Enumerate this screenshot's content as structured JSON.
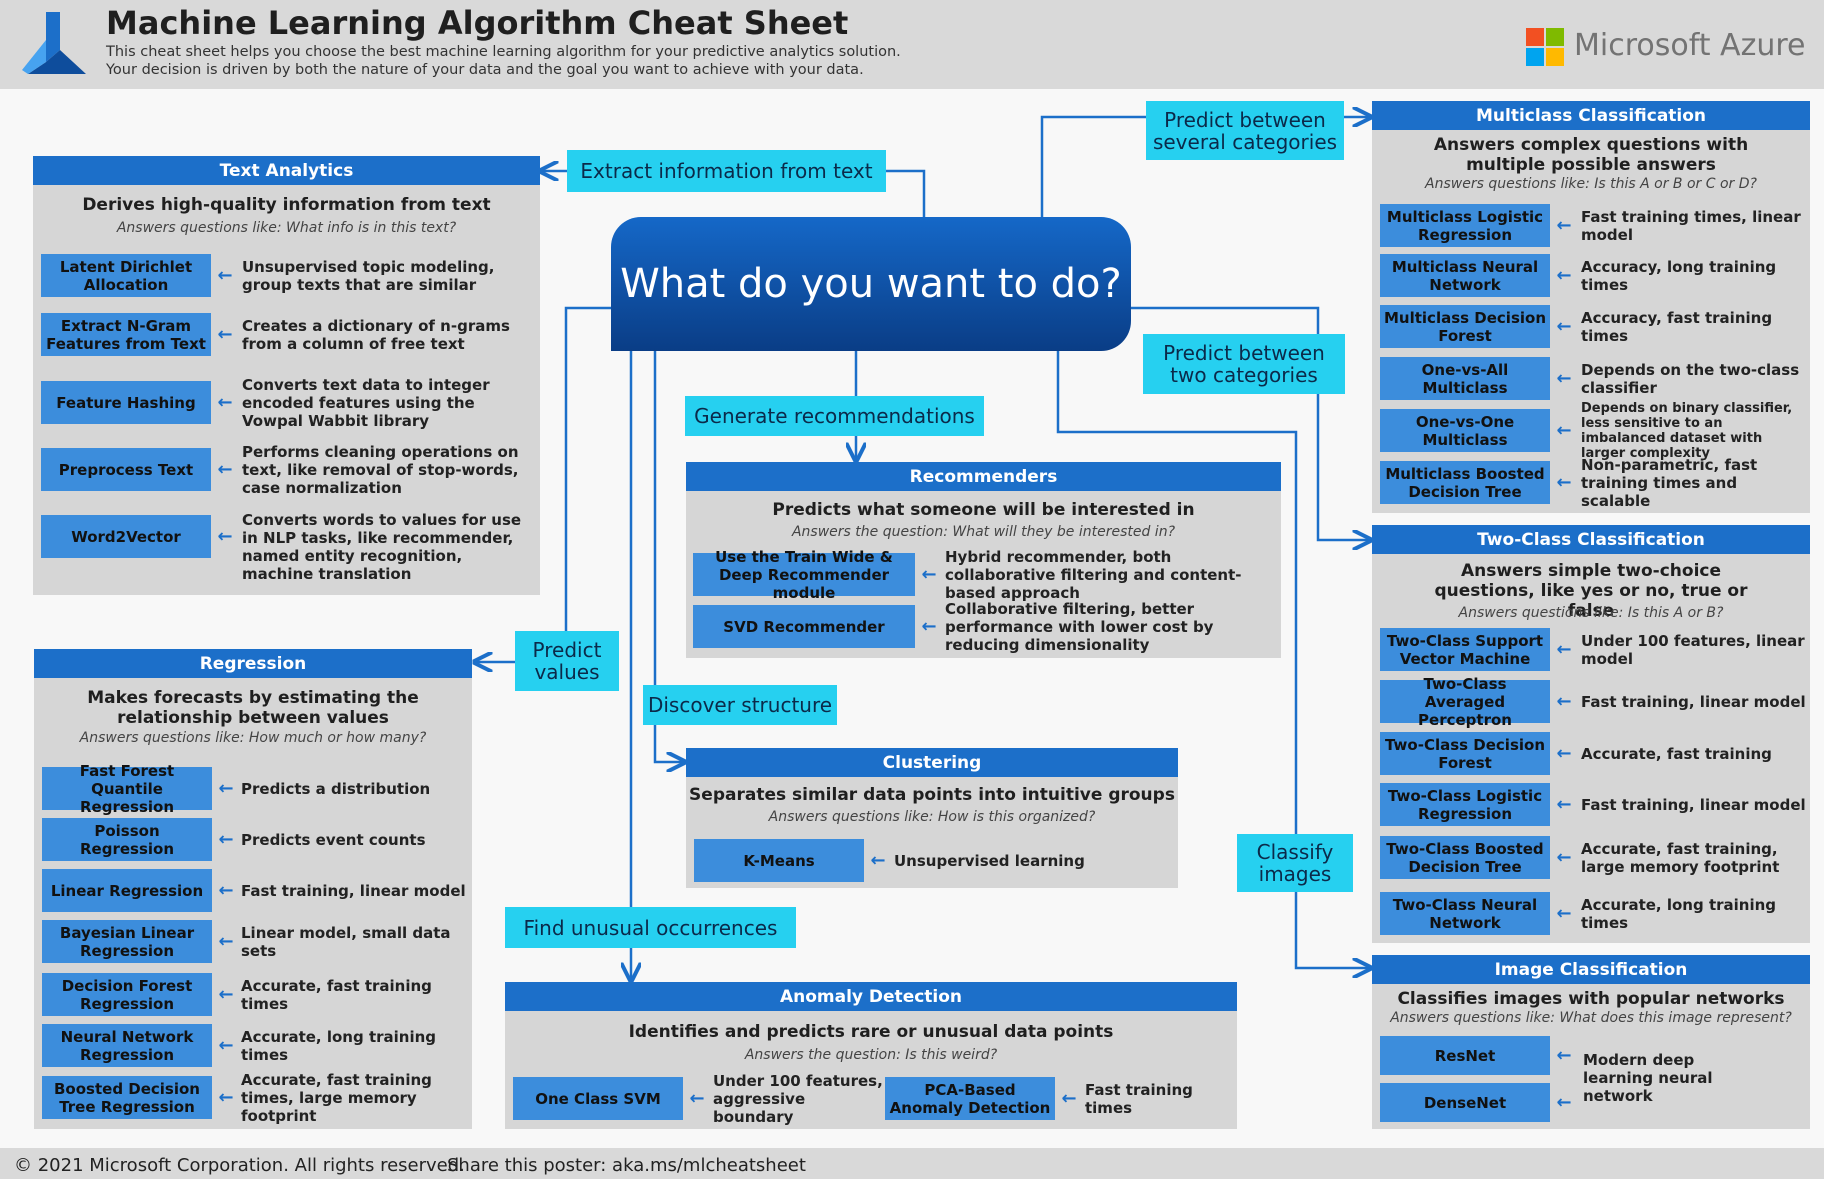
{
  "header": {
    "title": "Machine Learning Algorithm Cheat Sheet",
    "subtitle_line1": "This cheat sheet helps you choose the best machine learning algorithm for your predictive analytics solution.",
    "subtitle_line2": "Your decision is driven by both the nature of your data and the goal you want to achieve with your data.",
    "brand": "Microsoft Azure"
  },
  "center": "What do you want to do?",
  "questions": {
    "extract": "Extract information from text",
    "several": "Predict between several categories",
    "two": "Predict between two categories",
    "recommend": "Generate recommendations",
    "values": "Predict values",
    "structure": "Discover structure",
    "classify": "Classify images",
    "unusual": "Find unusual occurrences"
  },
  "text_analytics": {
    "title": "Text Analytics",
    "desc": "Derives high-quality information from text",
    "question": "Answers questions like: What info is in this text?",
    "items": [
      {
        "name": "Latent Dirichlet Allocation",
        "note": "Unsupervised topic modeling, group texts that are similar"
      },
      {
        "name": "Extract N-Gram Features from Text",
        "note": "Creates a dictionary of n-grams from a column of free text"
      },
      {
        "name": "Feature Hashing",
        "note": "Converts text data to integer encoded features using the Vowpal Wabbit library"
      },
      {
        "name": "Preprocess Text",
        "note": "Performs cleaning operations on text, like removal of stop-words, case normalization"
      },
      {
        "name": "Word2Vector",
        "note": "Converts words to values for use in NLP tasks, like recommender, named entity recognition, machine translation"
      }
    ]
  },
  "regression": {
    "title": "Regression",
    "desc": "Makes forecasts by estimating the relationship between values",
    "question": "Answers questions like: How much or how many?",
    "items": [
      {
        "name": "Fast Forest Quantile Regression",
        "note": "Predicts a distribution"
      },
      {
        "name": "Poisson Regression",
        "note": "Predicts event counts"
      },
      {
        "name": "Linear Regression",
        "note": "Fast training, linear model"
      },
      {
        "name": "Bayesian Linear Regression",
        "note": "Linear model, small data sets"
      },
      {
        "name": "Decision Forest Regression",
        "note": "Accurate, fast training times"
      },
      {
        "name": "Neural Network Regression",
        "note": "Accurate, long training times"
      },
      {
        "name": "Boosted Decision Tree Regression",
        "note": "Accurate, fast training times, large memory footprint"
      }
    ]
  },
  "recommenders": {
    "title": "Recommenders",
    "desc": "Predicts what someone will be interested in",
    "question": "Answers the question: What will they be interested in?",
    "items": [
      {
        "name": "Use the Train Wide & Deep Recommender module",
        "note": "Hybrid recommender, both collaborative filtering and content-based approach"
      },
      {
        "name": "SVD Recommender",
        "note": "Collaborative filtering, better performance with lower cost by reducing dimensionality"
      }
    ]
  },
  "clustering": {
    "title": "Clustering",
    "desc": "Separates similar data points into intuitive groups",
    "question": "Answers questions like: How is this organized?",
    "items": [
      {
        "name": "K-Means",
        "note": "Unsupervised learning"
      }
    ]
  },
  "anomaly": {
    "title": "Anomaly Detection",
    "desc": "Identifies and predicts rare or unusual data points",
    "question": "Answers the question: Is this weird?",
    "items": [
      {
        "name": "One Class SVM",
        "note": "Under 100 features, aggressive boundary"
      },
      {
        "name": "PCA-Based Anomaly Detection",
        "note": "Fast training times"
      }
    ]
  },
  "multiclass": {
    "title": "Multiclass Classification",
    "desc": "Answers complex questions with multiple possible answers",
    "question": "Answers questions like: Is this A or B or C or D?",
    "items": [
      {
        "name": "Multiclass Logistic Regression",
        "note": "Fast training times, linear model"
      },
      {
        "name": "Multiclass Neural Network",
        "note": "Accuracy, long training times"
      },
      {
        "name": "Multiclass Decision Forest",
        "note": "Accuracy, fast training times"
      },
      {
        "name": "One-vs-All Multiclass",
        "note": "Depends on the two-class classifier"
      },
      {
        "name": "One-vs-One Multiclass",
        "note": "Depends on binary classifier, less sensitive to an imbalanced dataset with larger complexity"
      },
      {
        "name": "Multiclass Boosted Decision Tree",
        "note": "Non-parametric, fast training times and scalable"
      }
    ]
  },
  "twoclass": {
    "title": "Two-Class Classification",
    "desc": "Answers simple two-choice questions, like yes or no, true or false",
    "question": "Answers questions like: Is this A or B?",
    "items": [
      {
        "name": "Two-Class Support Vector Machine",
        "note": "Under 100 features, linear model"
      },
      {
        "name": "Two-Class Averaged Perceptron",
        "note": "Fast training, linear model"
      },
      {
        "name": "Two-Class Decision Forest",
        "note": "Accurate, fast training"
      },
      {
        "name": "Two-Class Logistic Regression",
        "note": "Fast training, linear model"
      },
      {
        "name": "Two-Class Boosted Decision Tree",
        "note": "Accurate, fast training, large memory footprint"
      },
      {
        "name": "Two-Class Neural Network",
        "note": "Accurate, long training times"
      }
    ]
  },
  "image": {
    "title": "Image Classification",
    "desc": "Classifies images with popular networks",
    "question": "Answers questions like: What does this image represent?",
    "items": [
      {
        "name": "ResNet"
      },
      {
        "name": "DenseNet"
      }
    ],
    "note": "Modern deep learning neural network"
  },
  "footer": {
    "copyright": "© 2021 Microsoft Corporation. All rights reserved.",
    "share": "Share this poster: aka.ms/mlcheatsheet"
  },
  "colors": {
    "panel_header": "#1c6fc9",
    "algorithm_box": "#3c8ddc",
    "question_box": "#26d0f0",
    "panel_body": "#d6d6d6",
    "connector": "#1c6fc9"
  }
}
